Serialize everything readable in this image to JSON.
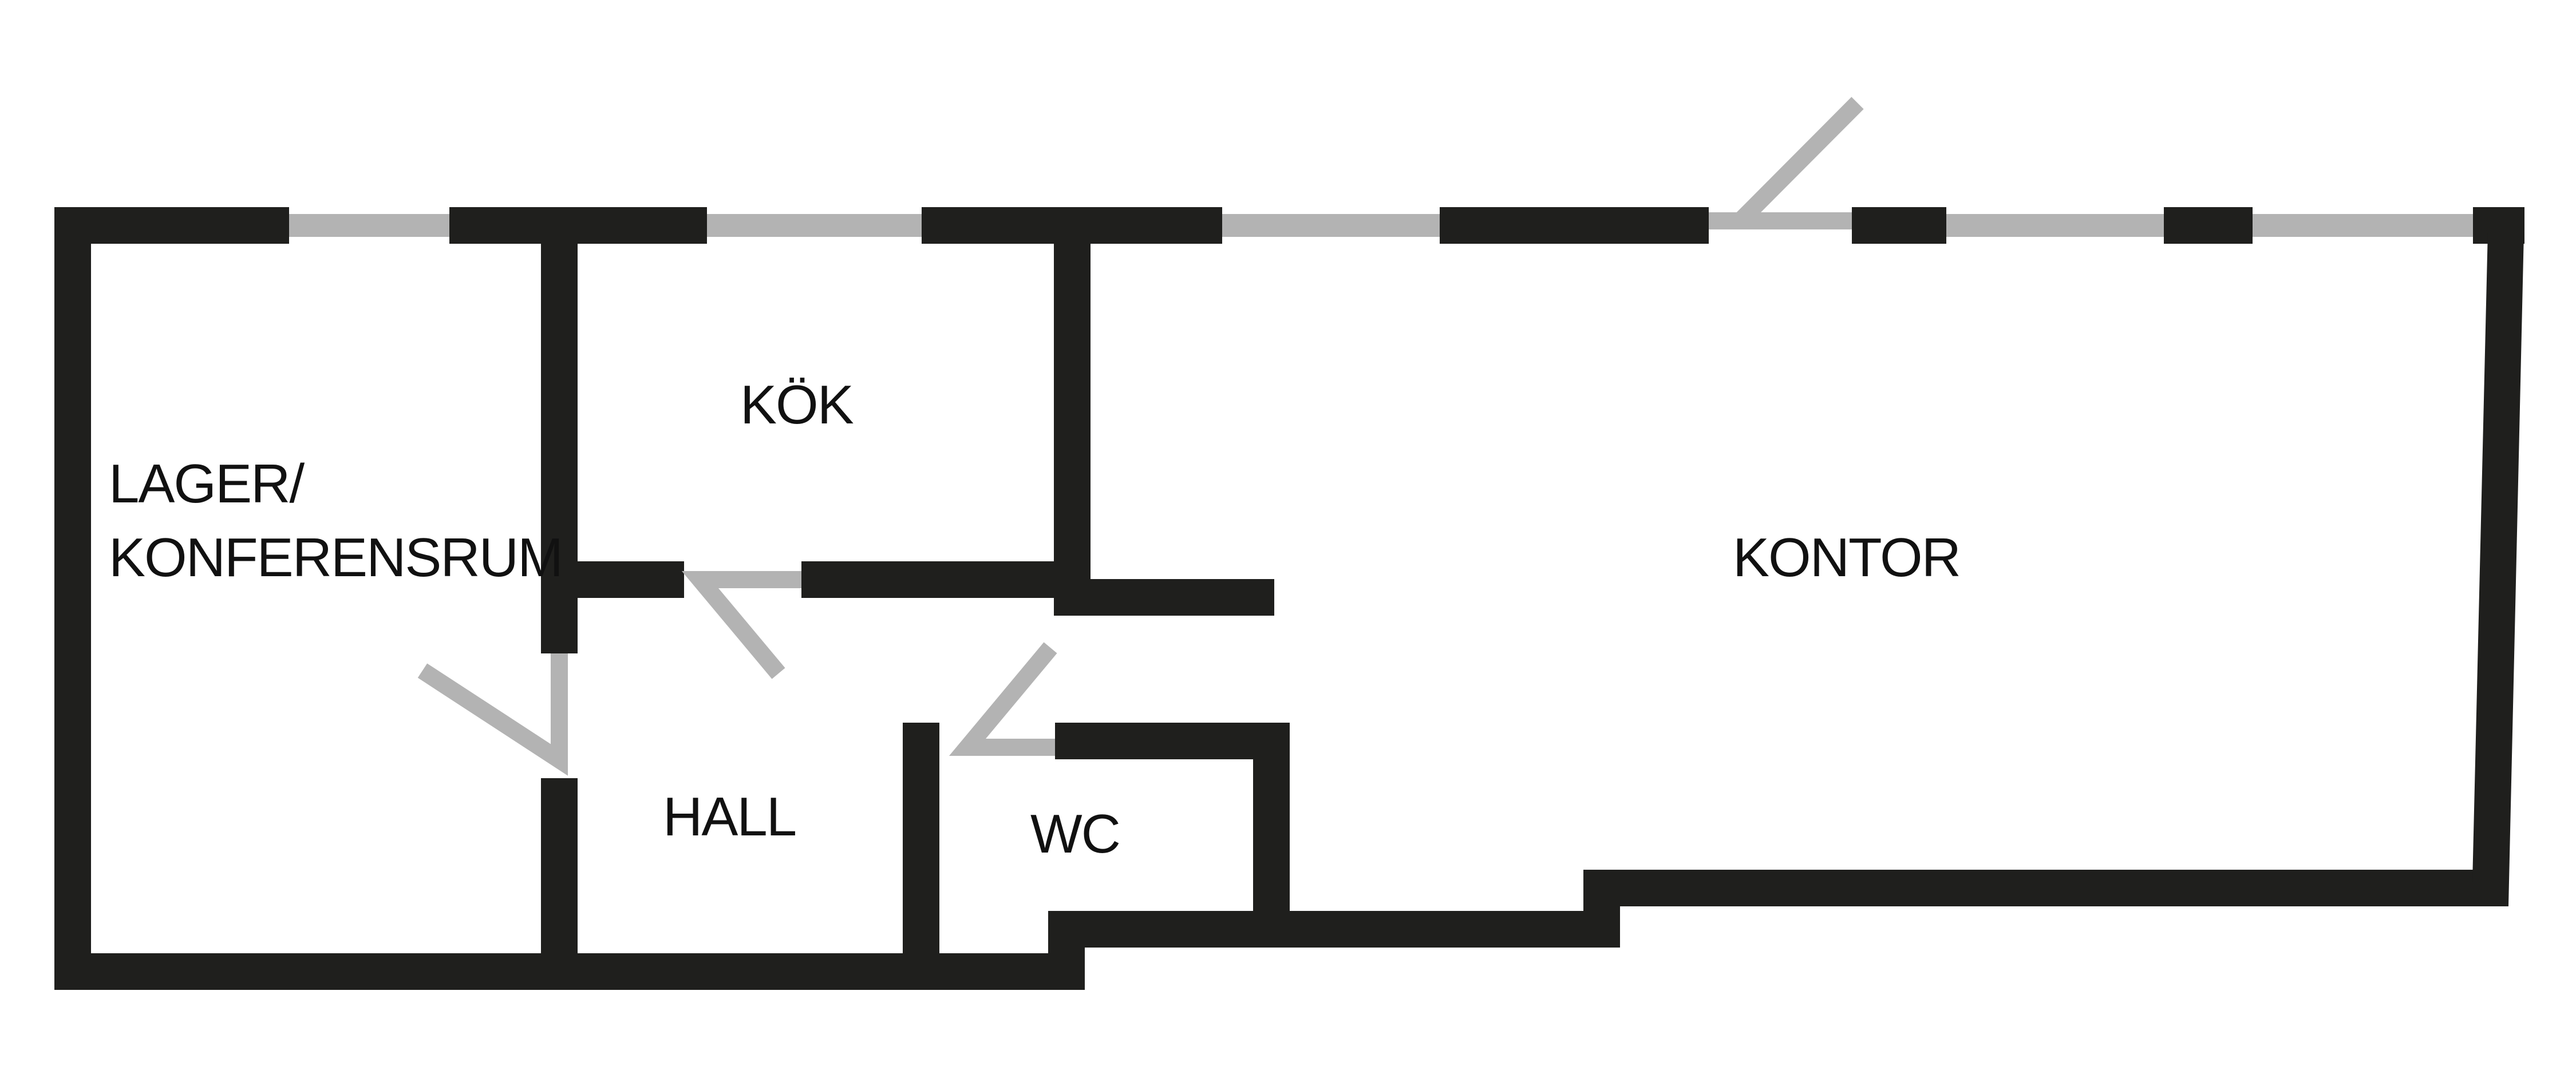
{
  "plan": {
    "rooms": [
      {
        "id": "lager",
        "lines": [
          "LAGER/",
          "KONFERENSRUM"
        ]
      },
      {
        "id": "kok",
        "lines": [
          "KÖK"
        ]
      },
      {
        "id": "kontor",
        "lines": [
          "KONTOR"
        ]
      },
      {
        "id": "hall",
        "lines": [
          "HALL"
        ]
      },
      {
        "id": "wc",
        "lines": [
          "WC"
        ]
      }
    ],
    "colors": {
      "wall": "#1f1f1d",
      "window": "#b3b3b3",
      "door": "#b3b3b3",
      "label": "#111111",
      "background": "#ffffff"
    }
  }
}
